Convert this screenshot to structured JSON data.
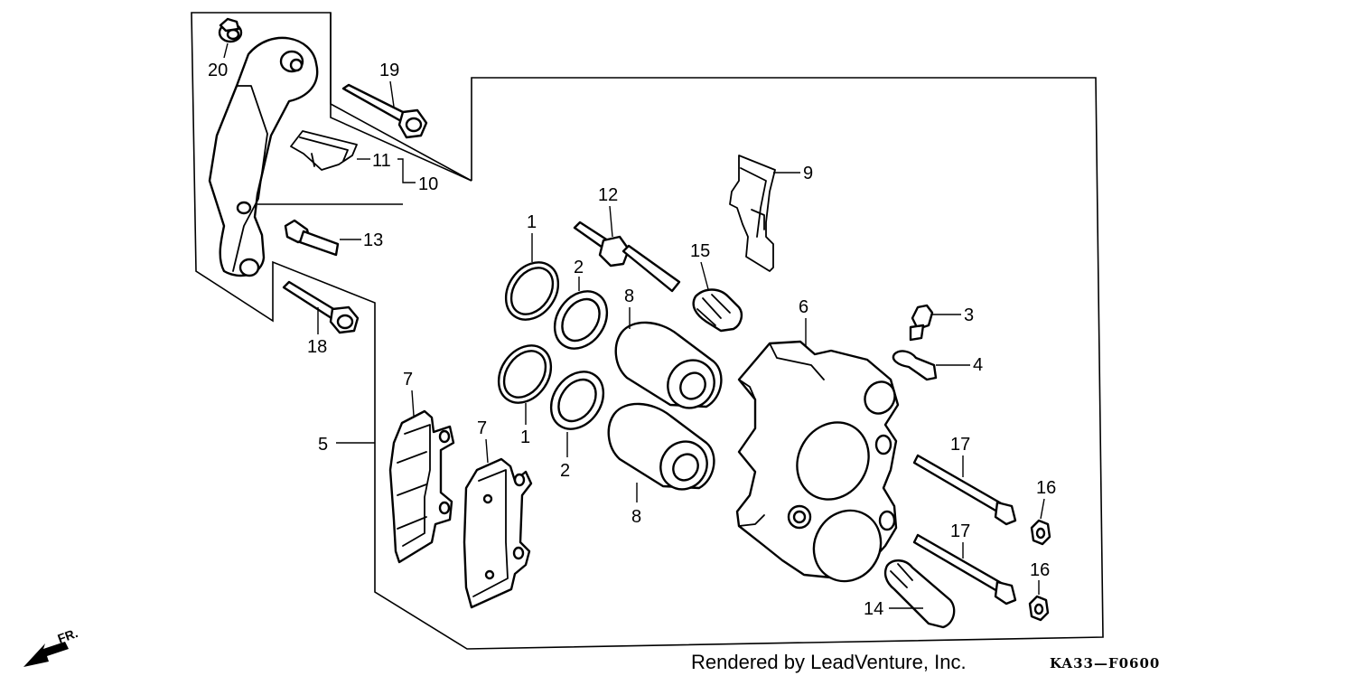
{
  "diagram": {
    "callouts": {
      "c1a": "1",
      "c1b": "1",
      "c2a": "2",
      "c2b": "2",
      "c3": "3",
      "c4": "4",
      "c5": "5",
      "c6": "6",
      "c7a": "7",
      "c7b": "7",
      "c8a": "8",
      "c8b": "8",
      "c9": "9",
      "c10": "10",
      "c11": "11",
      "c12": "12",
      "c13": "13",
      "c14": "14",
      "c15": "15",
      "c16a": "16",
      "c16b": "16",
      "c17a": "17",
      "c17b": "17",
      "c18": "18",
      "c19": "19",
      "c20": "20"
    },
    "credit": "Rendered by LeadVenture, Inc.",
    "drawing_code": "KA33—F0600",
    "direction_label": "FR.",
    "colors": {
      "ink": "#000000",
      "paper": "#ffffff"
    }
  }
}
